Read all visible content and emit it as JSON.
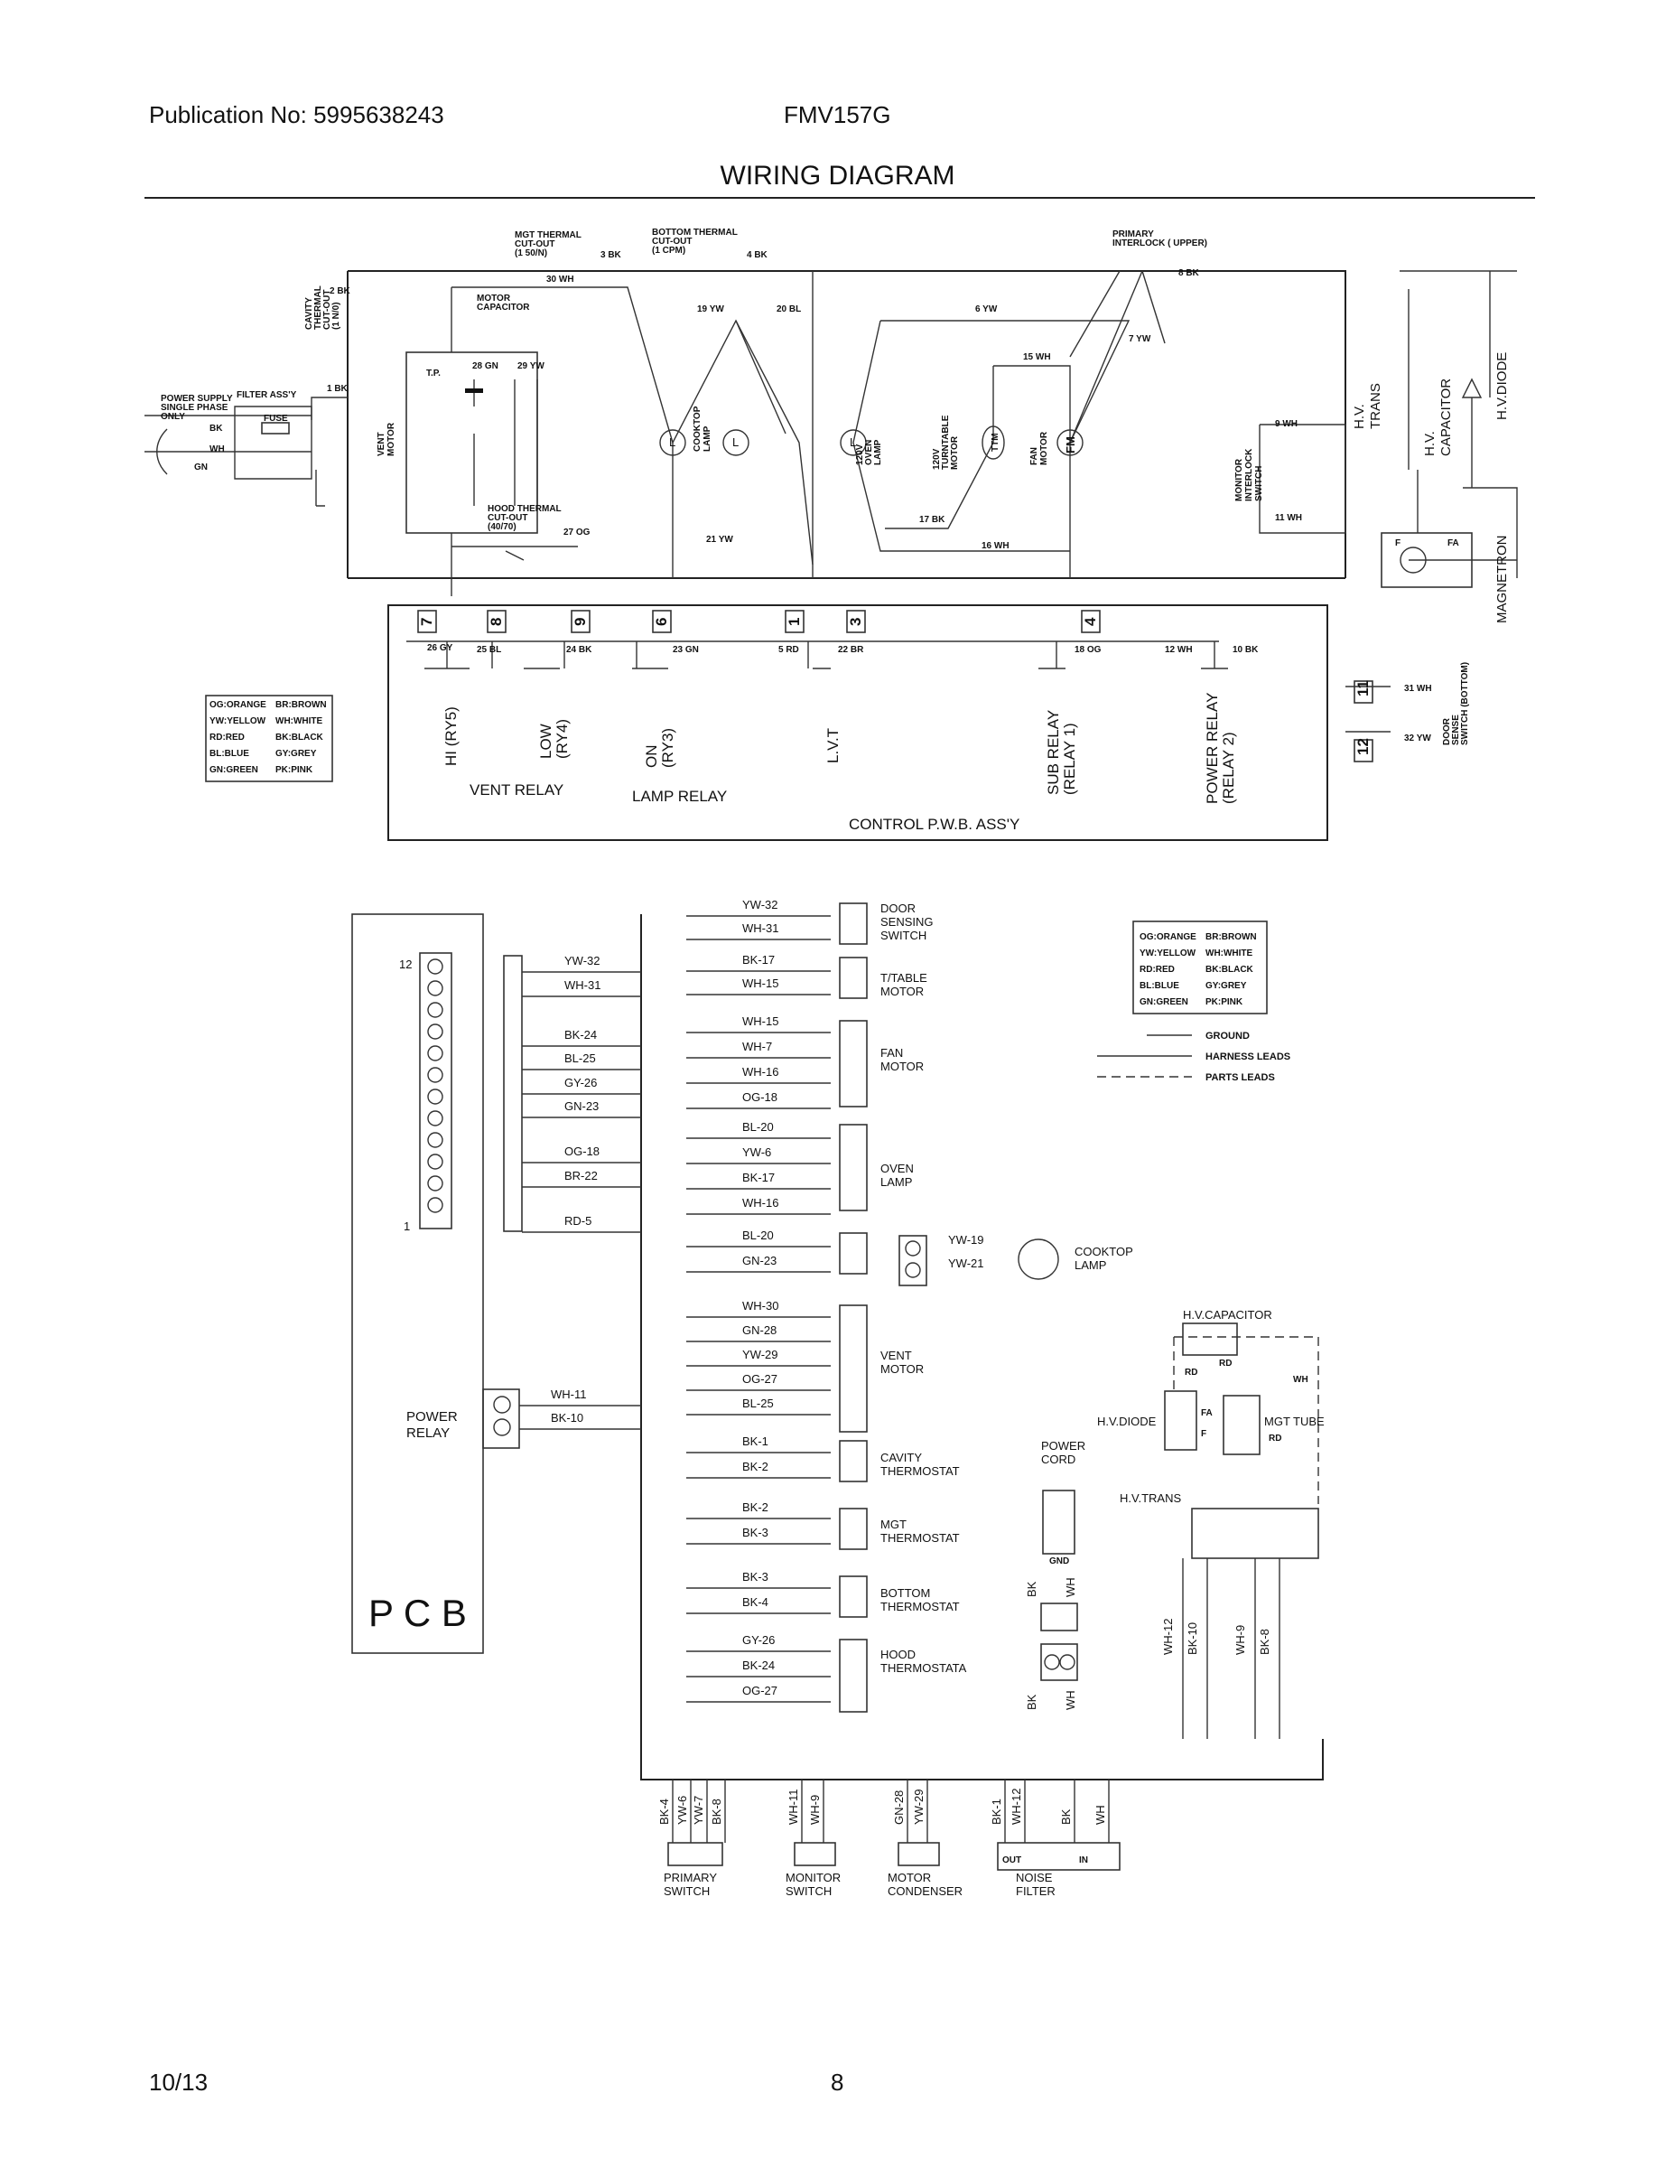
{
  "header": {
    "publication": "Publication No: 5995638243",
    "model": "FMV157G",
    "title": "WIRING DIAGRAM"
  },
  "footer": {
    "date": "10/13",
    "page": "8"
  },
  "schematic": {
    "top_labels": {
      "mgt_cutout": [
        "MGT THERMAL",
        "CUT-OUT",
        "(1 50/N)"
      ],
      "bottom_cutout": [
        "BOTTOM THERMAL",
        "CUT-OUT",
        "(1 CPM)"
      ],
      "primary_interlock": [
        "PRIMARY",
        "INTERLOCK ( UPPER)"
      ],
      "cavity_cutout": [
        "CAVITY",
        "THERMAL",
        "CUT-OUT",
        "(1 N/0)"
      ],
      "motor_capacitor": [
        "MOTOR",
        "CAPACITOR"
      ],
      "power_supply": [
        "POWER SUPPLY",
        "SINGLE PHASE",
        "ONLY"
      ],
      "filter_assy": "FILTER ASS'Y",
      "fuse": "FUSE",
      "tp": "T.P.",
      "vent_motor": [
        "VENT",
        "MOTOR"
      ],
      "hood_cutout": [
        "HOOD THERMAL",
        "CUT-OUT",
        "(40/70)"
      ],
      "cooktop_lamp": [
        "COOKTOP",
        "LAMP"
      ],
      "oven_lamp": [
        "120V",
        "OVEN",
        "LAMP"
      ],
      "turntable_motor": [
        "120V",
        "TURNTABLE",
        "MOTOR"
      ],
      "ttm": "TTM",
      "fan_motor": [
        "FAN",
        "MOTOR"
      ],
      "fm": "FM",
      "monitor_switch": [
        "MONITOR",
        "INTERLOCK",
        "SWITCH"
      ],
      "hv_trans": [
        "H.V.",
        "TRANS"
      ],
      "hv_capacitor": [
        "H.V.",
        "CAPACITOR"
      ],
      "hv_diode": "H.V.DIODE",
      "magnetron": "MAGNETRON",
      "door_sense": [
        "DOOR",
        "SENSE",
        "SWITCH (BOTTOM)"
      ],
      "lamp_L": "L"
    },
    "wires": {
      "w30": "30 WH",
      "w3": "3 BK",
      "w4": "4 BK",
      "w2": "2 BK",
      "w1": "1 BK",
      "w19": "19 YW",
      "w20": "20 BL",
      "w6": "6 YW",
      "w8": "8 BK",
      "w7": "7 YW",
      "w15": "15 WH",
      "w28": "28 GN",
      "w29": "29 YW",
      "w9": "9 WH",
      "w11": "11 WH",
      "w17": "17 BK",
      "w16": "16 WH",
      "w21": "21 YW",
      "w27": "27 OG",
      "w26": "26 GY",
      "w25": "25 BL",
      "w24": "24 BK",
      "w23": "23 GN",
      "w5": "5 RD",
      "w22": "22 BR",
      "w18": "18 OG",
      "w12": "12 WH",
      "w10": "10 BK",
      "w31": "31 WH",
      "w32": "32 YW",
      "bk": "BK",
      "wh": "WH",
      "gn": "GN",
      "f": "F",
      "fa": "FA"
    },
    "connectors": [
      "7",
      "8",
      "9",
      "6",
      "1",
      "3",
      "4",
      "11",
      "12"
    ],
    "relays": {
      "hi": "HI (RY5)",
      "low": [
        "LOW",
        "(RY4)"
      ],
      "on": [
        "ON",
        "(RY3)"
      ],
      "lvt": "L.V.T",
      "sub": [
        "SUB RELAY",
        "(RELAY 1)"
      ],
      "power": [
        "POWER RELAY",
        "(RELAY 2)"
      ],
      "vent_relay": "VENT RELAY",
      "lamp_relay": "LAMP RELAY",
      "control": "CONTROL P.W.B. ASS'Y"
    },
    "color_legend": [
      [
        "OG:ORANGE",
        "BR:BROWN"
      ],
      [
        "YW:YELLOW",
        "WH:WHITE"
      ],
      [
        "RD:RED",
        "BK:BLACK"
      ],
      [
        "BL:BLUE",
        "GY:GREY"
      ],
      [
        "GN:GREEN",
        "PK:PINK"
      ]
    ]
  },
  "harness": {
    "pcb_label": "P C B",
    "pin_top": "12",
    "pin_bottom": "1",
    "power_relay": [
      "POWER",
      "RELAY"
    ],
    "pcb_leads": [
      "YW-32",
      "WH-31",
      "BK-24",
      "BL-25",
      "GY-26",
      "GN-23",
      "OG-18",
      "BR-22",
      "RD-5"
    ],
    "relay_leads": [
      "WH-11",
      "BK-10"
    ],
    "groups": [
      {
        "leads": [
          "YW-32",
          "WH-31"
        ],
        "name": [
          "DOOR",
          "SENSING",
          "SWITCH"
        ]
      },
      {
        "leads": [
          "BK-17",
          "WH-15"
        ],
        "name": [
          "T/TABLE",
          "MOTOR"
        ]
      },
      {
        "leads": [
          "WH-15",
          "WH-7",
          "WH-16",
          "OG-18"
        ],
        "name": [
          "FAN",
          "MOTOR"
        ]
      },
      {
        "leads": [
          "BL-20",
          "YW-6",
          "BK-17",
          "WH-16"
        ],
        "name": [
          "OVEN",
          "LAMP"
        ]
      },
      {
        "leads": [
          "BL-20",
          "GN-23"
        ],
        "name": []
      },
      {
        "leads": [
          "WH-30",
          "GN-28",
          "YW-29",
          "OG-27",
          "BL-25"
        ],
        "name": [
          "VENT",
          "MOTOR"
        ]
      },
      {
        "leads": [
          "BK-1",
          "BK-2"
        ],
        "name": [
          "CAVITY",
          "THERMOSTAT"
        ]
      },
      {
        "leads": [
          "BK-2",
          "BK-3"
        ],
        "name": [
          "MGT",
          "THERMOSTAT"
        ]
      },
      {
        "leads": [
          "BK-3",
          "BK-4"
        ],
        "name": [
          "BOTTOM",
          "THERMOSTAT"
        ]
      },
      {
        "leads": [
          "GY-26",
          "BK-24",
          "OG-27"
        ],
        "name": [
          "HOOD",
          "THERMOSTATA"
        ]
      }
    ],
    "cooktop": {
      "leads": [
        "YW-19",
        "YW-21"
      ],
      "name": [
        "COOKTOP",
        "LAMP"
      ]
    },
    "legend_keys": {
      "ground": "GROUND",
      "harness": "HARNESS LEADS",
      "parts": "PARTS LEADS"
    },
    "hv": {
      "capacitor": "H.V.CAPACITOR",
      "diode": "H.V.DIODE",
      "mgt_tube": "MGT TUBE",
      "trans": "H.V.TRANS",
      "rd": "RD",
      "wh": "WH",
      "fa": "FA",
      "f": "F",
      "power_cord": [
        "POWER",
        "CORD"
      ],
      "gnd": "GND",
      "bk": "BK",
      "whl": "WH",
      "trans_leads": [
        "WH-12",
        "BK-10",
        "WH-9",
        "BK-8"
      ]
    },
    "bottom_groups": [
      {
        "leads": [
          "BK-4",
          "YW-6",
          "YW-7",
          "BK-8"
        ],
        "name": [
          "PRIMARY",
          "SWITCH"
        ]
      },
      {
        "leads": [
          "WH-11",
          "WH-9"
        ],
        "name": [
          "MONITOR",
          "SWITCH"
        ]
      },
      {
        "leads": [
          "GN-28",
          "YW-29"
        ],
        "name": [
          "MOTOR",
          "CONDENSER"
        ]
      },
      {
        "leads": [
          "BK-1",
          "WH-12",
          "BK",
          "WH"
        ],
        "name": [
          "NOISE",
          "FILTER"
        ]
      }
    ],
    "noise_out": "OUT",
    "noise_in": "IN"
  }
}
